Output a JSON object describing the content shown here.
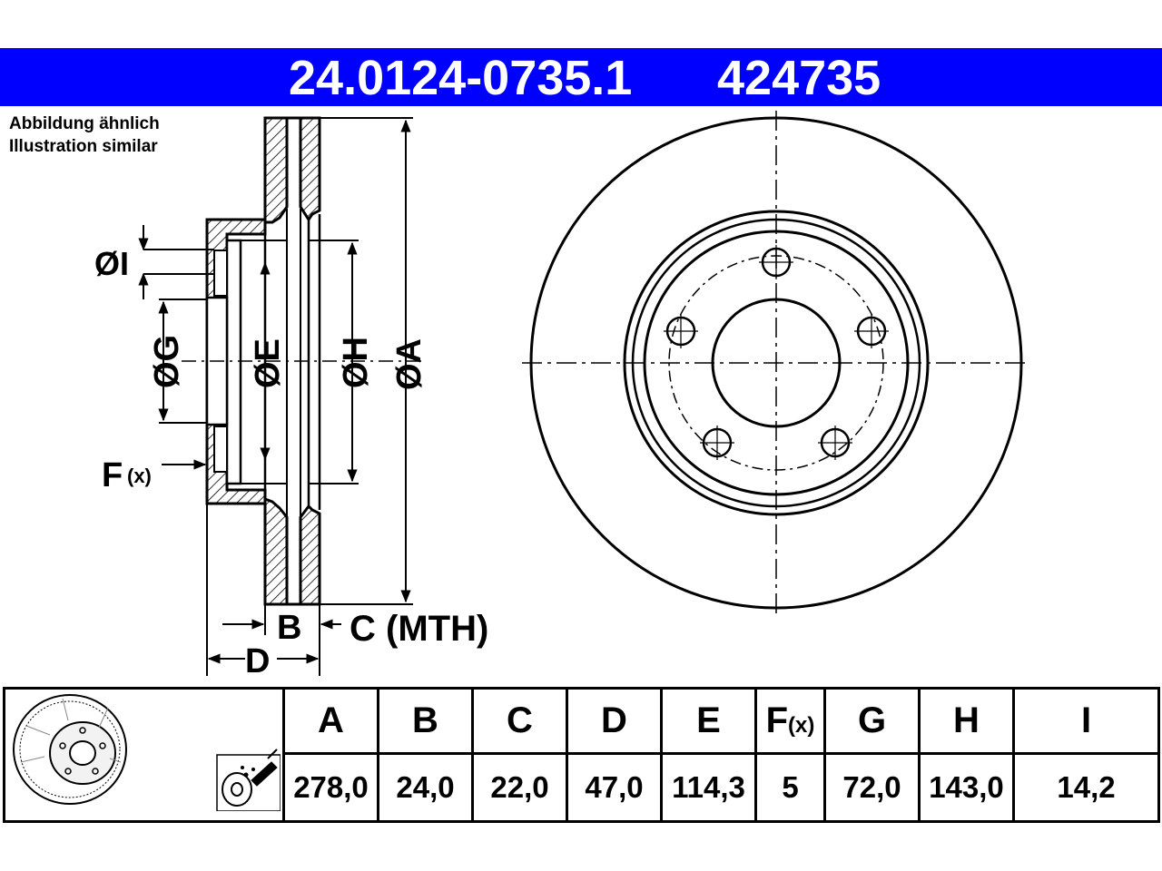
{
  "header": {
    "part_number": "24.0124-0735.1",
    "ref_number": "424735",
    "background_color": "#0000ff"
  },
  "note": {
    "line1": "Abbildung ähnlich",
    "line2": "Illustration similar"
  },
  "diagram": {
    "labels": {
      "I": "ØI",
      "G": "ØG",
      "E": "ØE",
      "H": "ØH",
      "A": "ØA",
      "F_main": "F",
      "F_sub": "(x)",
      "B": "B",
      "C": "C (MTH)",
      "D": "D"
    }
  },
  "table": {
    "headers": [
      "A",
      "B",
      "C",
      "D",
      "E",
      "F",
      "G",
      "H",
      "I"
    ],
    "header_F_sub": "(x)",
    "values": [
      "278,0",
      "24,0",
      "22,0",
      "47,0",
      "114,3",
      "5",
      "72,0",
      "143,0",
      "14,2"
    ],
    "icons": [
      "brake-disc-3d-icon",
      "brake-cleaner-spray-icon"
    ]
  }
}
